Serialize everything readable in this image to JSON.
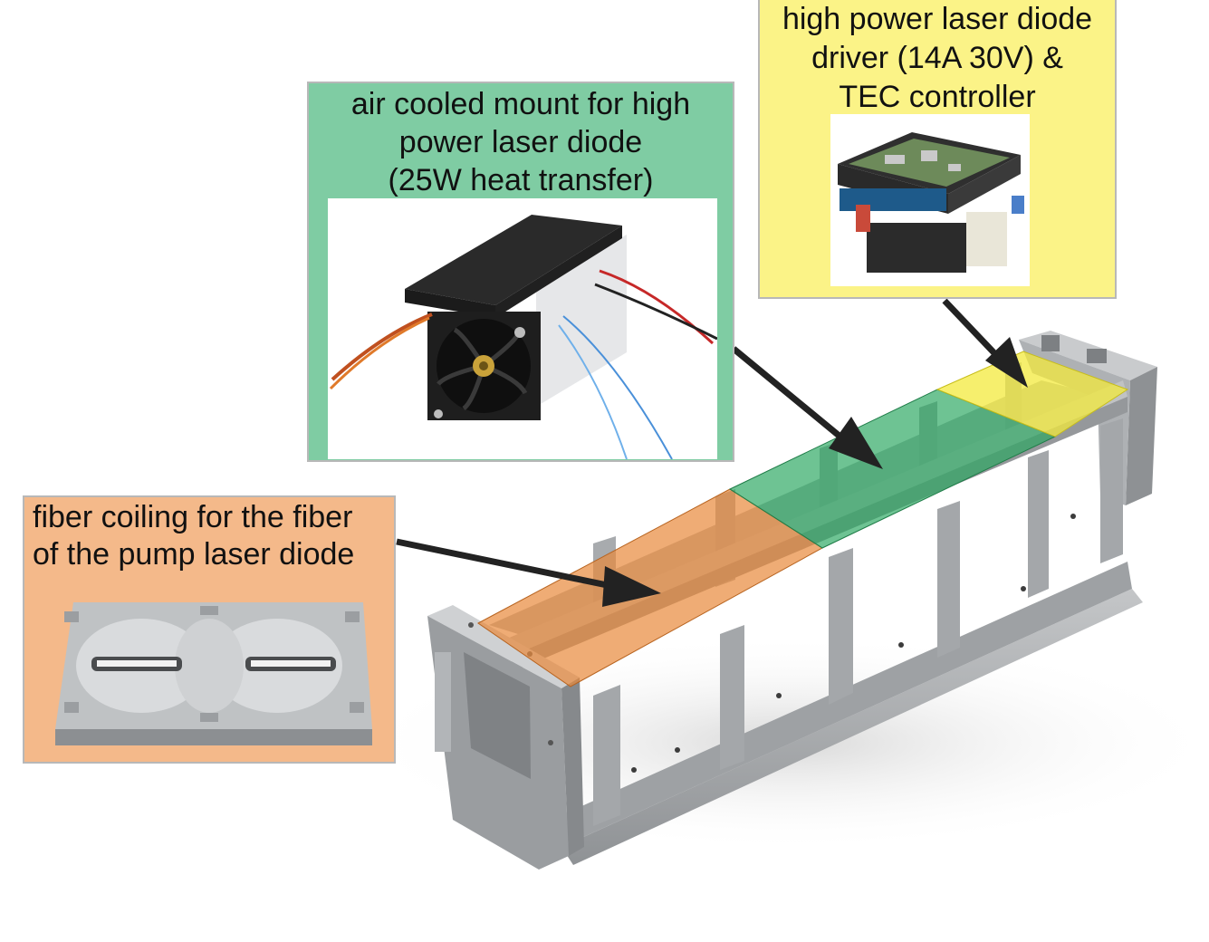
{
  "callouts": {
    "fiber": {
      "text": "fiber coiling for the fiber\nof the pump laser diode",
      "color": "#f4b98a"
    },
    "mount": {
      "text": "air cooled mount for high\npower laser diode\n(25W heat transfer)",
      "color": "#7fcca3"
    },
    "driver": {
      "text": "high power laser diode\ndriver (14A 30V) &\nTEC controller",
      "color": "#fbf387"
    }
  },
  "highlights": {
    "fiber_region_color": "#e8893a",
    "mount_region_color": "#2aa660",
    "driver_region_color": "#f3ea3c"
  },
  "arrow_color": "#222222"
}
